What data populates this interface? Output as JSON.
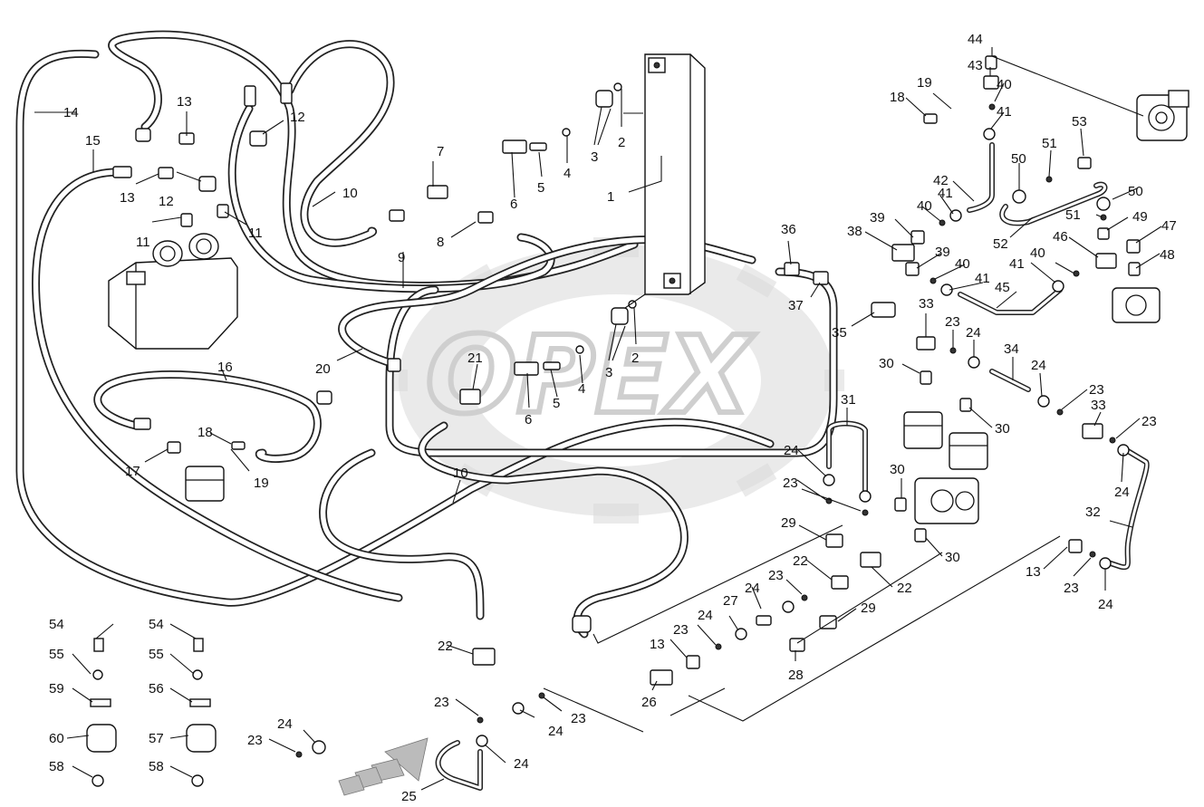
{
  "watermark": {
    "text": "OPEX"
  },
  "callouts": [
    {
      "id": "c1",
      "text": "1"
    },
    {
      "id": "c2a",
      "text": "2"
    },
    {
      "id": "c2b",
      "text": "2"
    },
    {
      "id": "c3a",
      "text": "3"
    },
    {
      "id": "c3b",
      "text": "3"
    },
    {
      "id": "c4a",
      "text": "4"
    },
    {
      "id": "c4b",
      "text": "4"
    },
    {
      "id": "c5a",
      "text": "5"
    },
    {
      "id": "c5b",
      "text": "5"
    },
    {
      "id": "c6a",
      "text": "6"
    },
    {
      "id": "c6b",
      "text": "6"
    },
    {
      "id": "c7",
      "text": "7"
    },
    {
      "id": "c8",
      "text": "8"
    },
    {
      "id": "c9",
      "text": "9"
    },
    {
      "id": "c10a",
      "text": "10"
    },
    {
      "id": "c10b",
      "text": "10"
    },
    {
      "id": "c11a",
      "text": "11"
    },
    {
      "id": "c11b",
      "text": "11"
    },
    {
      "id": "c12a",
      "text": "12"
    },
    {
      "id": "c12b",
      "text": "12"
    },
    {
      "id": "c13a",
      "text": "13"
    },
    {
      "id": "c13b",
      "text": "13"
    },
    {
      "id": "c13c",
      "text": "13"
    },
    {
      "id": "c13d",
      "text": "13"
    },
    {
      "id": "c14",
      "text": "14"
    },
    {
      "id": "c15",
      "text": "15"
    },
    {
      "id": "c16",
      "text": "16"
    },
    {
      "id": "c17",
      "text": "17"
    },
    {
      "id": "c18a",
      "text": "18"
    },
    {
      "id": "c18b",
      "text": "18"
    },
    {
      "id": "c19a",
      "text": "19"
    },
    {
      "id": "c19b",
      "text": "19"
    },
    {
      "id": "c20",
      "text": "20"
    },
    {
      "id": "c21",
      "text": "21"
    },
    {
      "id": "c22a",
      "text": "22"
    },
    {
      "id": "c22b",
      "text": "22"
    },
    {
      "id": "c22c",
      "text": "22"
    },
    {
      "id": "c23a",
      "text": "23"
    },
    {
      "id": "c23b",
      "text": "23"
    },
    {
      "id": "c23c",
      "text": "23"
    },
    {
      "id": "c23d",
      "text": "23"
    },
    {
      "id": "c23e",
      "text": "23"
    },
    {
      "id": "c23f",
      "text": "23"
    },
    {
      "id": "c23g",
      "text": "23"
    },
    {
      "id": "c23h",
      "text": "23"
    },
    {
      "id": "c23i",
      "text": "23"
    },
    {
      "id": "c23j",
      "text": "23"
    },
    {
      "id": "c23k",
      "text": "23"
    },
    {
      "id": "c24a",
      "text": "24"
    },
    {
      "id": "c24b",
      "text": "24"
    },
    {
      "id": "c24c",
      "text": "24"
    },
    {
      "id": "c24d",
      "text": "24"
    },
    {
      "id": "c24e",
      "text": "24"
    },
    {
      "id": "c24f",
      "text": "24"
    },
    {
      "id": "c24g",
      "text": "24"
    },
    {
      "id": "c24h",
      "text": "24"
    },
    {
      "id": "c24i",
      "text": "24"
    },
    {
      "id": "c24j",
      "text": "24"
    },
    {
      "id": "c24k",
      "text": "24"
    },
    {
      "id": "c25",
      "text": "25"
    },
    {
      "id": "c26",
      "text": "26"
    },
    {
      "id": "c27",
      "text": "27"
    },
    {
      "id": "c28",
      "text": "28"
    },
    {
      "id": "c29a",
      "text": "29"
    },
    {
      "id": "c29b",
      "text": "29"
    },
    {
      "id": "c30a",
      "text": "30"
    },
    {
      "id": "c30b",
      "text": "30"
    },
    {
      "id": "c30c",
      "text": "30"
    },
    {
      "id": "c30d",
      "text": "30"
    },
    {
      "id": "c31",
      "text": "31"
    },
    {
      "id": "c32",
      "text": "32"
    },
    {
      "id": "c33a",
      "text": "33"
    },
    {
      "id": "c33b",
      "text": "33"
    },
    {
      "id": "c34",
      "text": "34"
    },
    {
      "id": "c35",
      "text": "35"
    },
    {
      "id": "c36",
      "text": "36"
    },
    {
      "id": "c37",
      "text": "37"
    },
    {
      "id": "c38",
      "text": "38"
    },
    {
      "id": "c39a",
      "text": "39"
    },
    {
      "id": "c39b",
      "text": "39"
    },
    {
      "id": "c40a",
      "text": "40"
    },
    {
      "id": "c40b",
      "text": "40"
    },
    {
      "id": "c40c",
      "text": "40"
    },
    {
      "id": "c40d",
      "text": "40"
    },
    {
      "id": "c41a",
      "text": "41"
    },
    {
      "id": "c41b",
      "text": "41"
    },
    {
      "id": "c41c",
      "text": "41"
    },
    {
      "id": "c41d",
      "text": "41"
    },
    {
      "id": "c42",
      "text": "42"
    },
    {
      "id": "c43",
      "text": "43"
    },
    {
      "id": "c44",
      "text": "44"
    },
    {
      "id": "c45",
      "text": "45"
    },
    {
      "id": "c46",
      "text": "46"
    },
    {
      "id": "c47",
      "text": "47"
    },
    {
      "id": "c48",
      "text": "48"
    },
    {
      "id": "c49",
      "text": "49"
    },
    {
      "id": "c50a",
      "text": "50"
    },
    {
      "id": "c50b",
      "text": "50"
    },
    {
      "id": "c51a",
      "text": "51"
    },
    {
      "id": "c51b",
      "text": "51"
    },
    {
      "id": "c52",
      "text": "52"
    },
    {
      "id": "c53",
      "text": "53"
    },
    {
      "id": "c54a",
      "text": "54"
    },
    {
      "id": "c54b",
      "text": "54"
    },
    {
      "id": "c55a",
      "text": "55"
    },
    {
      "id": "c55b",
      "text": "55"
    },
    {
      "id": "c56",
      "text": "56"
    },
    {
      "id": "c57",
      "text": "57"
    },
    {
      "id": "c58a",
      "text": "58"
    },
    {
      "id": "c58b",
      "text": "58"
    },
    {
      "id": "c59",
      "text": "59"
    },
    {
      "id": "c60",
      "text": "60"
    }
  ]
}
